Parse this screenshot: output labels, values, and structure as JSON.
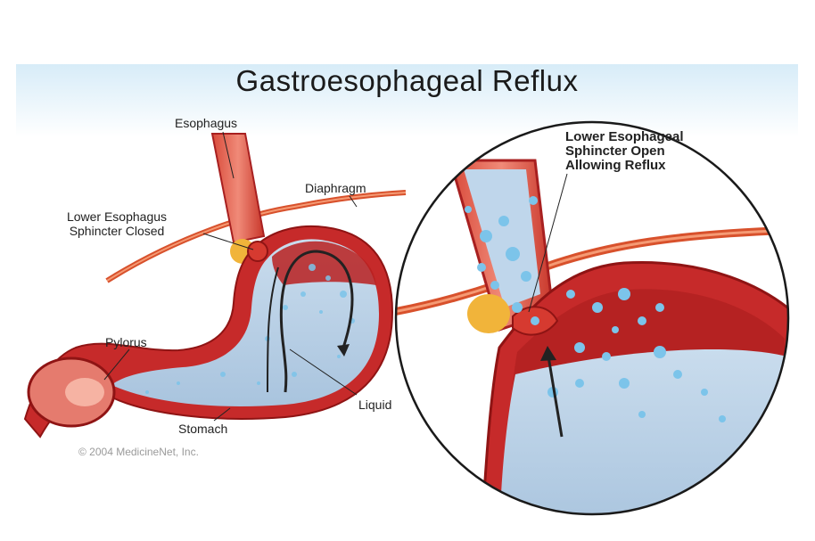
{
  "title": "Gastroesophageal Reflux",
  "labels": {
    "esophagus": "Esophagus",
    "diaphragm": "Diaphragm",
    "les_closed_line1": "Lower Esophagus",
    "les_closed_line2": "Sphincter Closed",
    "pylorus": "Pylorus",
    "liquid": "Liquid",
    "stomach": "Stomach",
    "les_open_line1": "Lower Esophageal",
    "les_open_line2": "Sphincter Open",
    "les_open_line3": "Allowing Reflux"
  },
  "copyright": "© 2004 MedicineNet, Inc.",
  "colors": {
    "header_bg": "#dbeef8",
    "tissue_red": "#c62a2a",
    "tissue_dark": "#8f1414",
    "tissue_pink": "#e57b6e",
    "liquid_blue": "#bcd3e8",
    "bubble_blue": "#7cc4ea",
    "fat_yellow": "#f1b43a",
    "diaphragm": "#d8512c"
  }
}
